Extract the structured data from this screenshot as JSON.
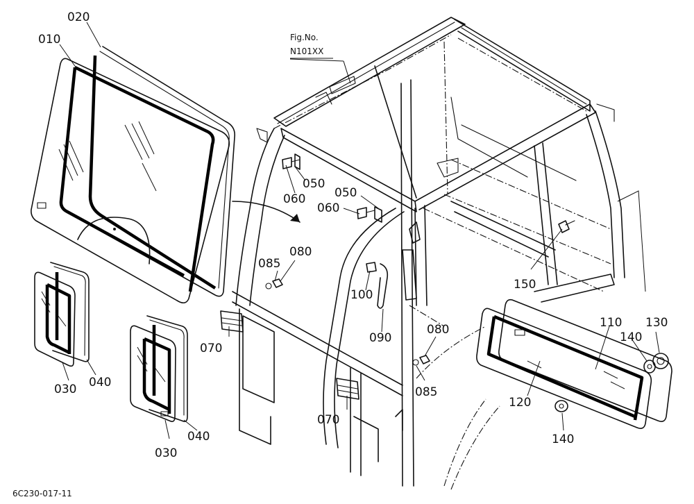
{
  "figure": {
    "fig_caption": "Fig.No.",
    "fig_number": "N101XX",
    "drawing_id": "6C230-017-11"
  },
  "callouts": {
    "p010": "010",
    "p020": "020",
    "p030a": "030",
    "p040a": "040",
    "p030b": "030",
    "p040b": "040",
    "p050a": "050",
    "p060a": "060",
    "p050b": "050",
    "p060b": "060",
    "p085a": "085",
    "p080a": "080",
    "p100": "100",
    "p090": "090",
    "p070a": "070",
    "p070b": "070",
    "p080b": "080",
    "p085b": "085",
    "p150": "150",
    "p110": "110",
    "p130": "130",
    "p140a": "140",
    "p120": "120",
    "p140b": "140"
  }
}
